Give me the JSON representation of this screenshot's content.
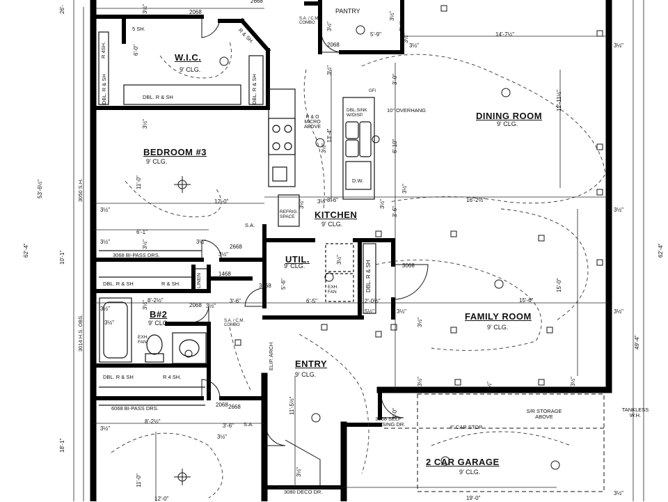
{
  "rooms": {
    "wic": {
      "name": "W.I.C.",
      "clg": "9' CLG."
    },
    "bedroom3": {
      "name": "BEDROOM #3",
      "clg": "9' CLG."
    },
    "dining": {
      "name": "DINING ROOM",
      "clg": "9' CLG."
    },
    "kitchen": {
      "name": "KITCHEN",
      "clg": "9' CLG."
    },
    "util": {
      "name": "UTIL.",
      "clg": "9' CLG."
    },
    "family": {
      "name": "FAMILY ROOM",
      "clg": "9' CLG."
    },
    "bath2": {
      "name": "B#2",
      "clg": "9' CLG."
    },
    "entry": {
      "name": "ENTRY",
      "clg": "9' CLG."
    },
    "garage": {
      "name": "2 CAR GARAGE",
      "clg": "9' CLG."
    },
    "pantry": {
      "name": "PANTRY"
    }
  },
  "notes": {
    "five_sh": "5 SH.",
    "r_sh_a": "R 4SH.",
    "r_sh_b": "R & SH.",
    "dbl_r_sh_1": "DBL. R & SH",
    "dbl_r_sh_2": "DBL. R & SH",
    "dbl_r_sh_3": "DBL. R & SH",
    "dbl_r_sh_4": "DBL. R & SH",
    "dbl_r_sh_5": "DBL. R & SH",
    "dbl_r_sh_6": "DBL. R & SH",
    "r_sh_1": "R & SH.",
    "r_sh_2": "R 4 SH.",
    "sa_cm_combo_1": "S.A. / C.M. COMBO",
    "sa_cm_combo_2": "S.A. / C.M. COMBO",
    "sa_1": "S.A.",
    "sa_2": "S.A.",
    "r_micro": "R & O MICRO ABOVE",
    "dbl_sink": "DBL.SINK W/DISP.",
    "overhang": "10\" OVERHANG",
    "dw": "D.W.",
    "refrig": "REFRIG. SPACE",
    "gfi": "GFI",
    "bypass_1": "3068 BI-PASS DRS.",
    "bypass_2": "6068 BI-PASS DRS.",
    "linen": "LINEN",
    "exh_fan_1": "EXH. FAN",
    "exh_fan_2": "EXH. FAN",
    "elip_arch": "ELIP. ARCH",
    "self_closing": "3068 SELF CLOSING DR.",
    "car_stop": "4\" CAR STOP",
    "sr_storage": "S/R STORAGE ABOVE",
    "tankless": "TANKLESS W.H.",
    "deco_dr": "3080 DECO DR.",
    "hs_obs": "3014 H.S. OBS.",
    "sh_3050": "3050 S.H."
  },
  "dims": {
    "d_2068_a": "2068",
    "d_2068_b": "2068",
    "d_2068_c": "2068",
    "d_2068_d": "2068",
    "d_2668_a": "2668",
    "d_2668_b": "2668",
    "d_1468": "1468",
    "d_3068_a": "3068",
    "d_3068_b": "3068",
    "d_5_9": "5'-9\"",
    "d_14_7": "14'-7½\"",
    "d_12_11": "12'-11½\"",
    "d_16_2": "16'-2½\"",
    "d_15_6": "15'-6\"",
    "d_15_0": "15'-0\"",
    "d_3_0_a": "3'-0\"",
    "d_3_0_b": "3'-0\"",
    "d_6_10": "6'-10\"",
    "d_3_6_a": "3'-6\"",
    "d_3_6_b": "3'-6\"",
    "d_3_6_c": "3'-6\"",
    "d_8_6": "8'-6\"",
    "d_13_4": "13'-4\"",
    "d_12_0_a": "12'-0\"",
    "d_12_0_b": "12'-0\"",
    "d_11_0_a": "11'-0\"",
    "d_11_0_b": "11'-0\"",
    "d_6_1": "6'-1\"",
    "d_6_0": "6'-0\"",
    "d_6_5": "6'-5\"",
    "d_5_6": "5'-6\"",
    "d_8_2_a": "8'-2½\"",
    "d_8_2_b": "8'-2½\"",
    "d_2_0": "2'-0½\"",
    "d_11_5": "11'-5½\"",
    "d_19_0": "19'-0\"",
    "d_53_6": "53'-6½\"",
    "d_62_4_l": "62'-4\"",
    "d_62_4_r": "62'-4\"",
    "d_49_4": "49'-4\"",
    "d_10_1": "10'-1\"",
    "d_18_1": "18'-1\"",
    "half_1": "3½\"",
    "half_2": "3½\"",
    "half_3": "3½\"",
    "half_4": "3½\"",
    "half_5": "3½\"",
    "half_6": "3½\"",
    "half_7": "3½\"",
    "half_8": "3½\"",
    "half_9": "3½\"",
    "half_10": "3½\"",
    "half_11": "3½\"",
    "half_12": "3½\"",
    "half_13": "5½\"",
    "half_14": "3½\"",
    "half_15": "3½\"",
    "half_16": "3½\"",
    "half_17": "3½\"",
    "half_18": "3½\"",
    "half_19": "3½\"",
    "half_20": "3½\"",
    "half_21": "3½\"",
    "half_22": "3½\"",
    "half_23": "3½\"",
    "half_24": "3½\"",
    "half_25": "3½\"",
    "half_26": "3½\"",
    "half_27": "3½\"",
    "half_28": "3½\"",
    "half_29": "3½\"",
    "half_30": "3½\"",
    "half_31": "3½\"",
    "half_32": "3½\"",
    "half_33": "3½\"",
    "half_34": "3½\"",
    "half_35": "3½\"",
    "half_36": "3½\"",
    "top_26": "26'-",
    "top_2668": "2668"
  }
}
